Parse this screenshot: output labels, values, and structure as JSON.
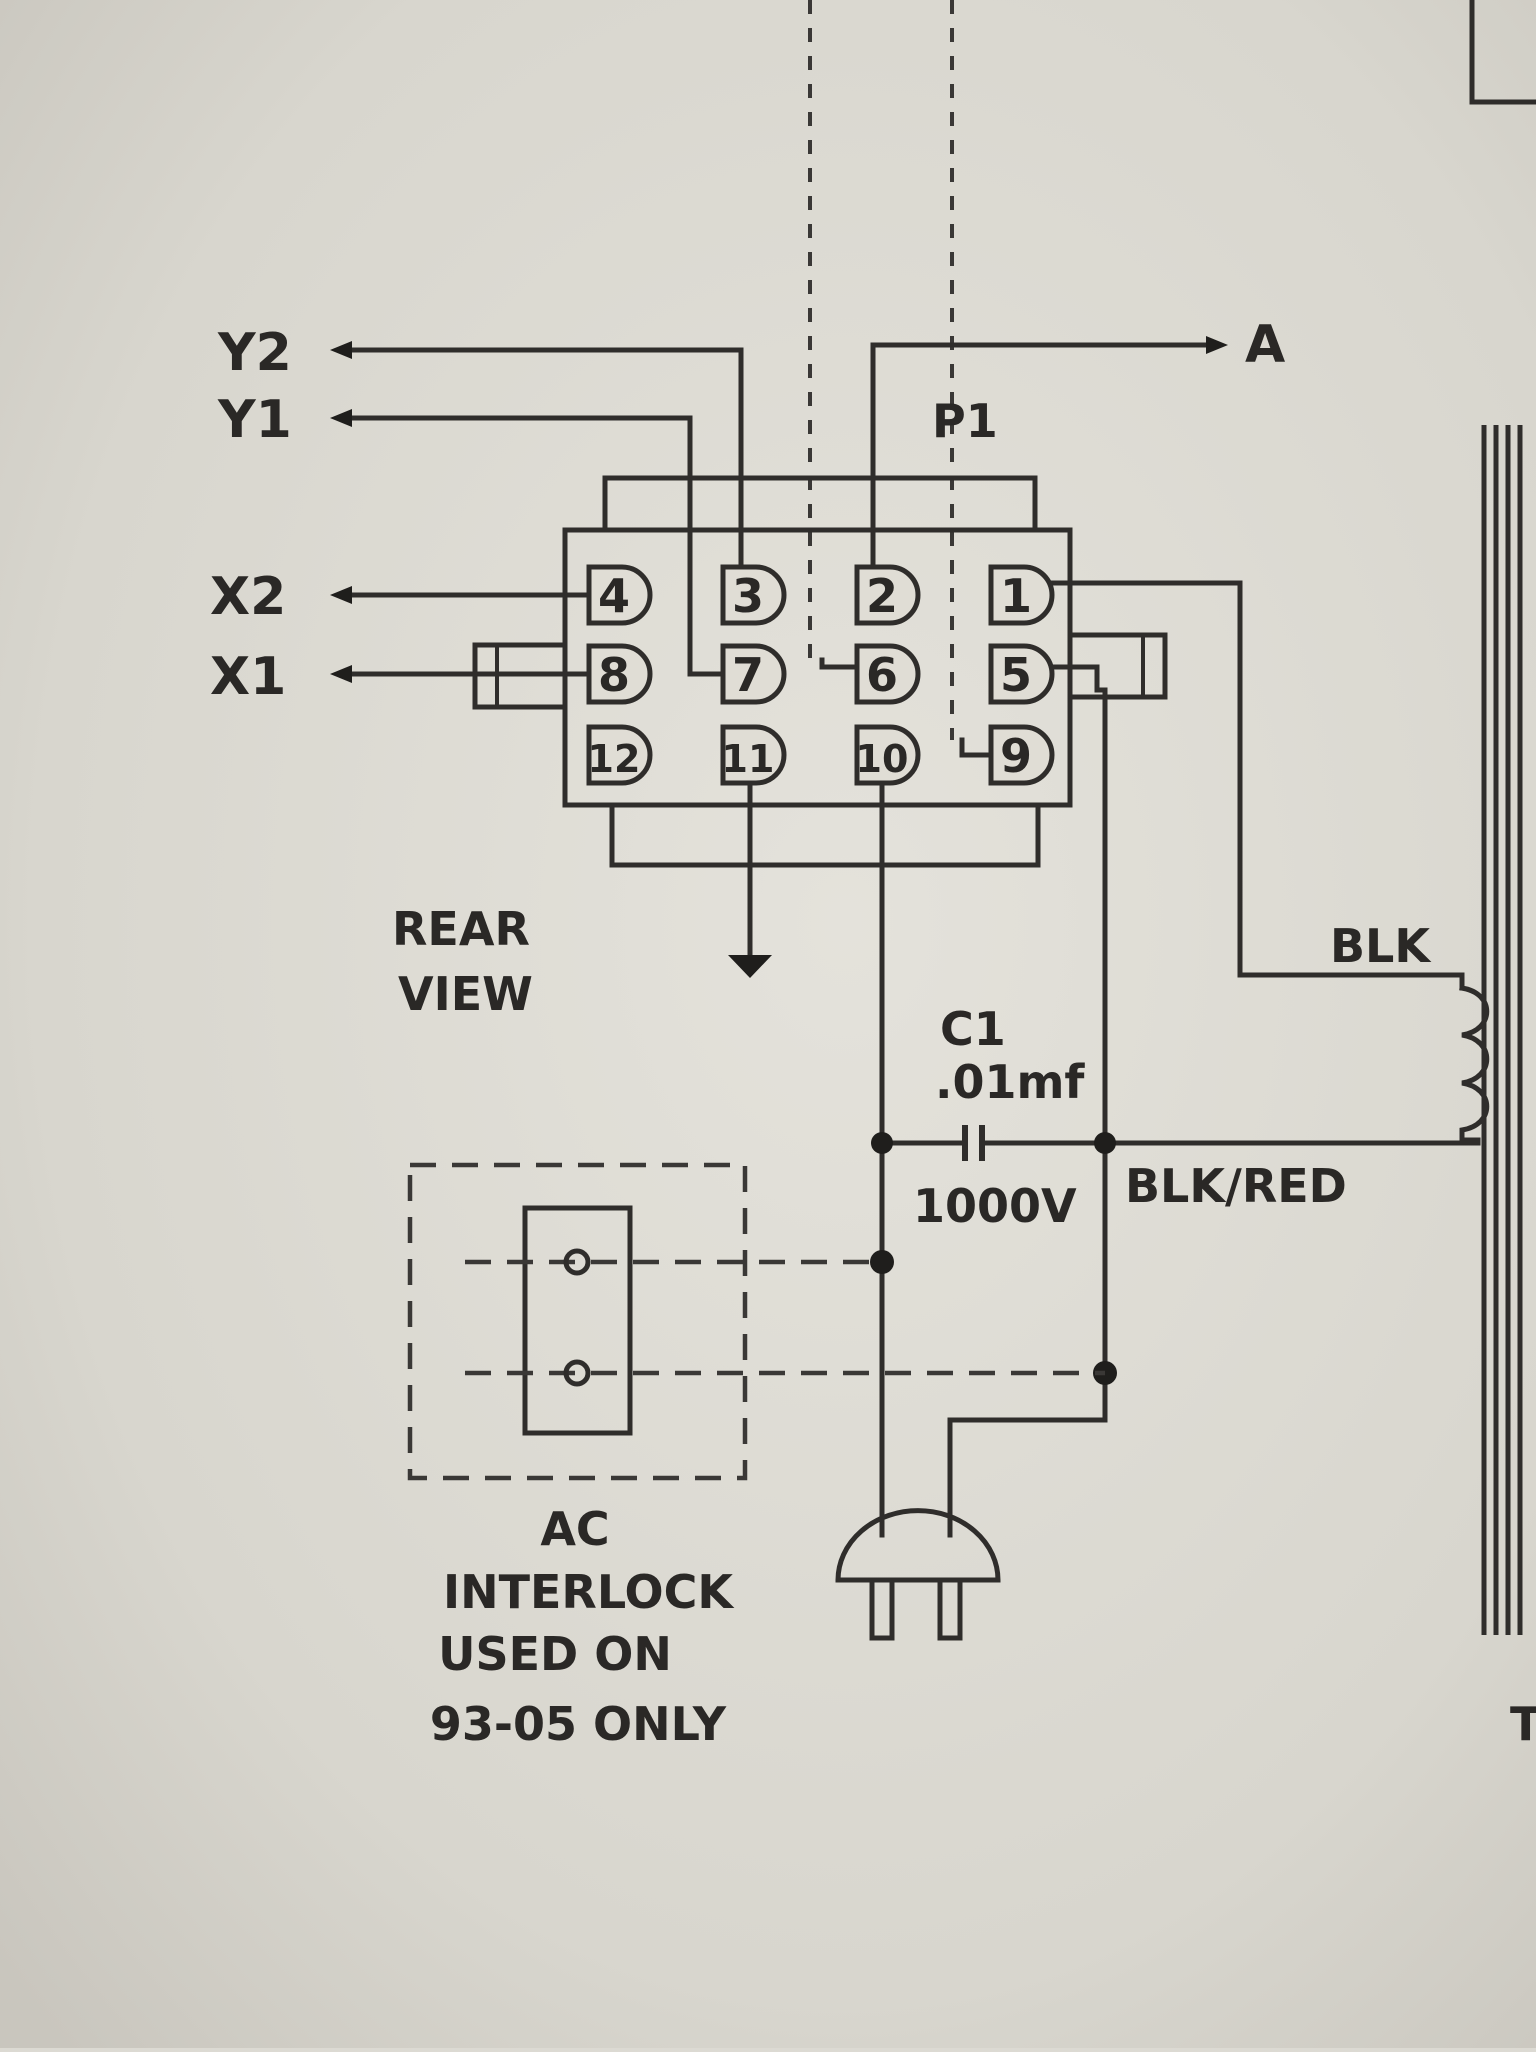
{
  "labels": {
    "y2": "Y2",
    "y1": "Y1",
    "x2": "X2",
    "x1": "X1",
    "a": "A",
    "p1": "P1",
    "rear": "REAR",
    "view": "VIEW",
    "c1": "C1",
    "cap_value": ".01mf",
    "cap_voltage": "1000V",
    "blk": "BLK",
    "blk_red": "BLK/RED",
    "ac": "AC",
    "interlock": "INTERLOCK",
    "used_on": "USED ON",
    "only": "93-05 ONLY",
    "edge_t": "T"
  },
  "pins": [
    "4",
    "3",
    "2",
    "1",
    "8",
    "7",
    "6",
    "5",
    "12",
    "11",
    "10",
    "9"
  ],
  "colors": {
    "paper": "#dcdad3",
    "ink": "#2f2d2b"
  }
}
